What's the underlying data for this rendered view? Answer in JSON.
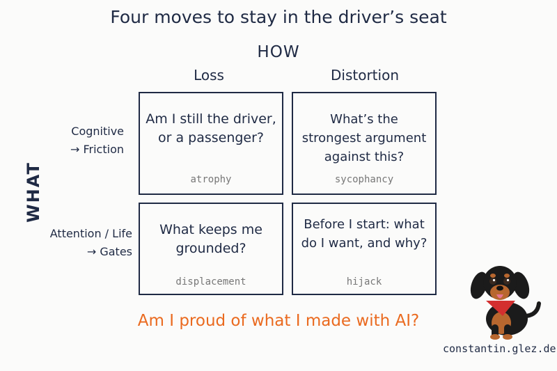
{
  "title": "Four moves to stay in the driver’s seat",
  "axes": {
    "how": "HOW",
    "what": "WHAT",
    "columns": [
      "Loss",
      "Distortion"
    ],
    "rows": [
      {
        "line1": "Cognitive",
        "line2": "→ Friction"
      },
      {
        "line1": "Attention / Life",
        "line2": "→ Gates"
      }
    ]
  },
  "cells": [
    {
      "question": "Am I still the driver, or a passenger?",
      "tag": "atrophy"
    },
    {
      "question": "What’s the strongest argument against this?",
      "tag": "sycophancy"
    },
    {
      "question": "What keeps me grounded?",
      "tag": "displacement"
    },
    {
      "question": "Before I start: what do I want, and why?",
      "tag": "hijack"
    }
  ],
  "bottom_question": "Am I proud of what I made with AI?",
  "website": "constantin.glez.de",
  "colors": {
    "ink": "#1f2a44",
    "accent": "#ea6a1f",
    "tag": "#777777"
  }
}
